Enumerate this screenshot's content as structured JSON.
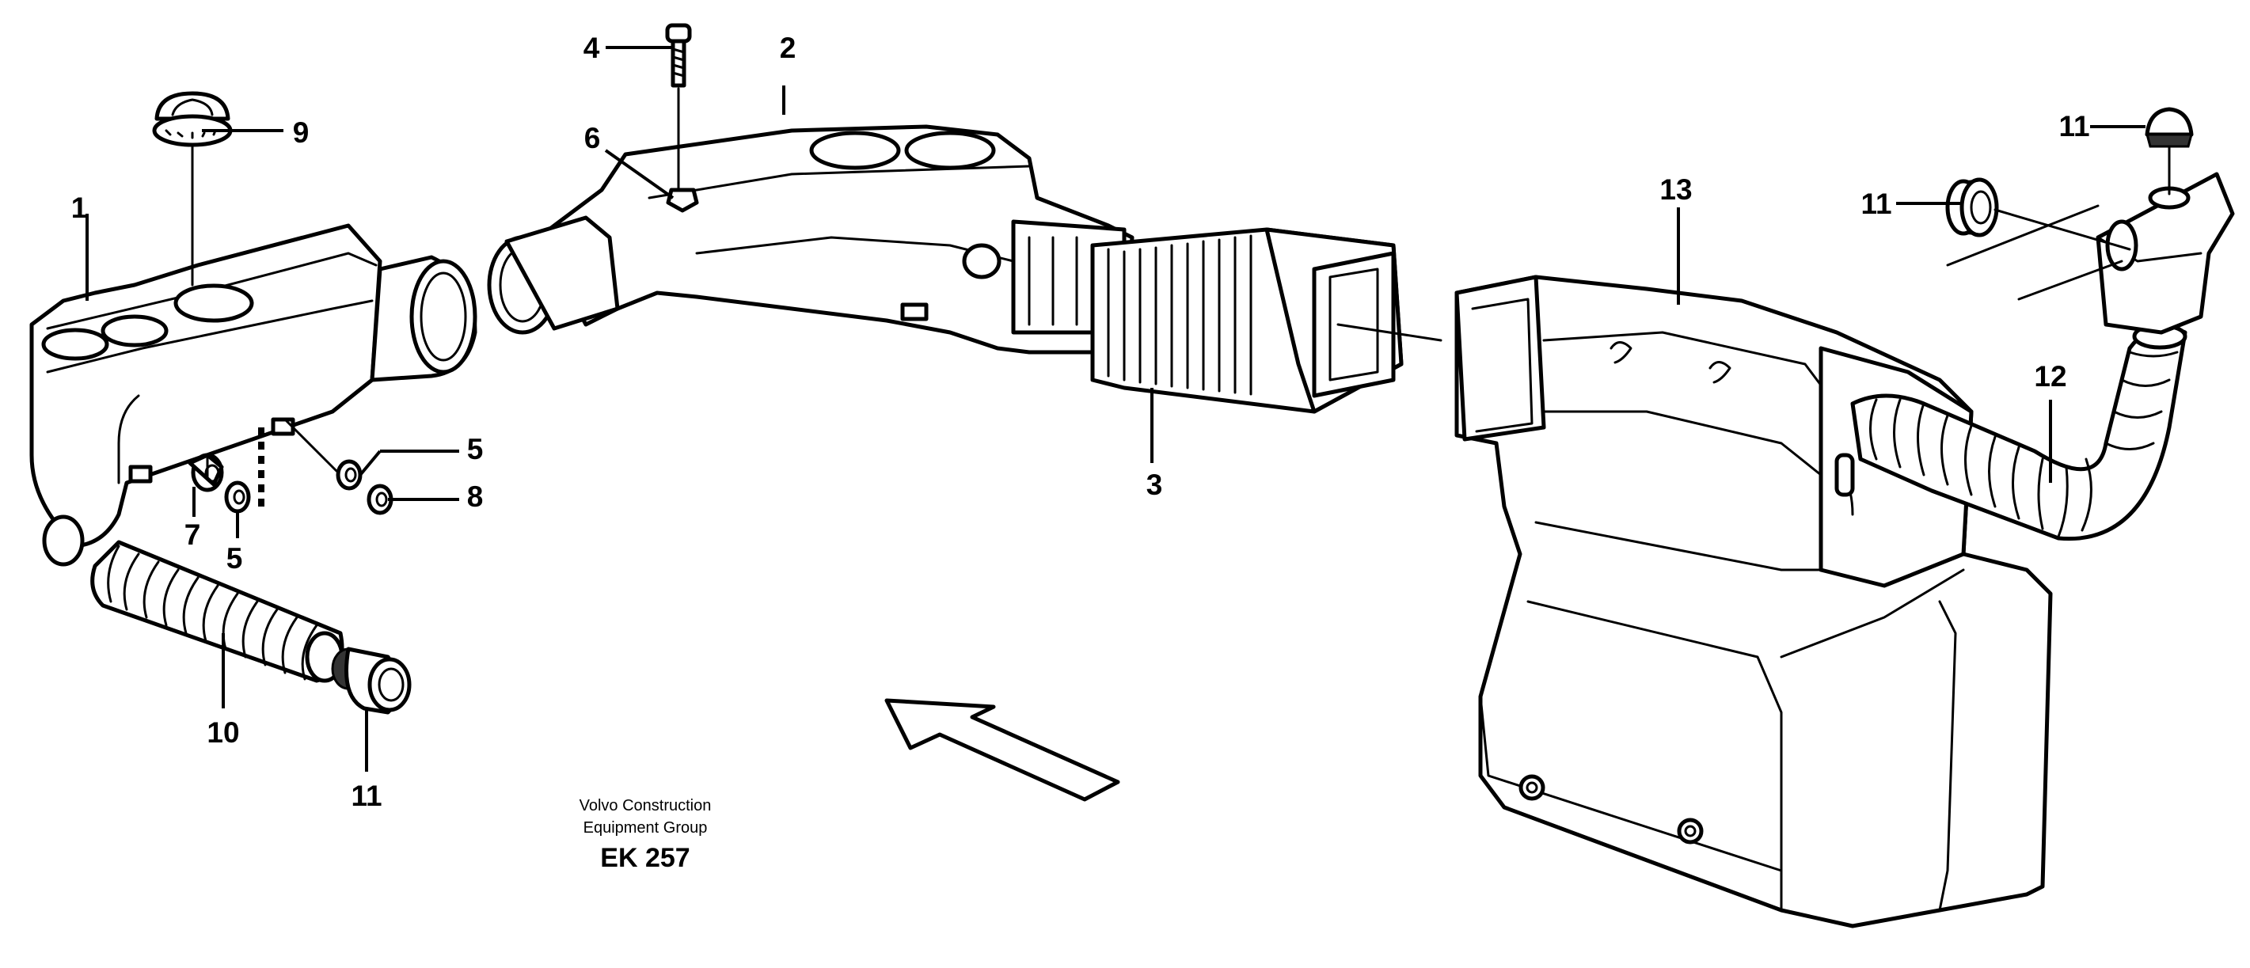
{
  "callouts": {
    "c1": "1",
    "c2": "2",
    "c3": "3",
    "c4": "4",
    "c5a": "5",
    "c5b": "5",
    "c6": "6",
    "c7": "7",
    "c8": "8",
    "c9": "9",
    "c10": "10",
    "c11a": "11",
    "c11b": "11",
    "c11c": "11",
    "c12": "12",
    "c13": "13"
  },
  "credit": {
    "line1": "Volvo Construction",
    "line2": "Equipment Group",
    "code": "EK 257"
  }
}
